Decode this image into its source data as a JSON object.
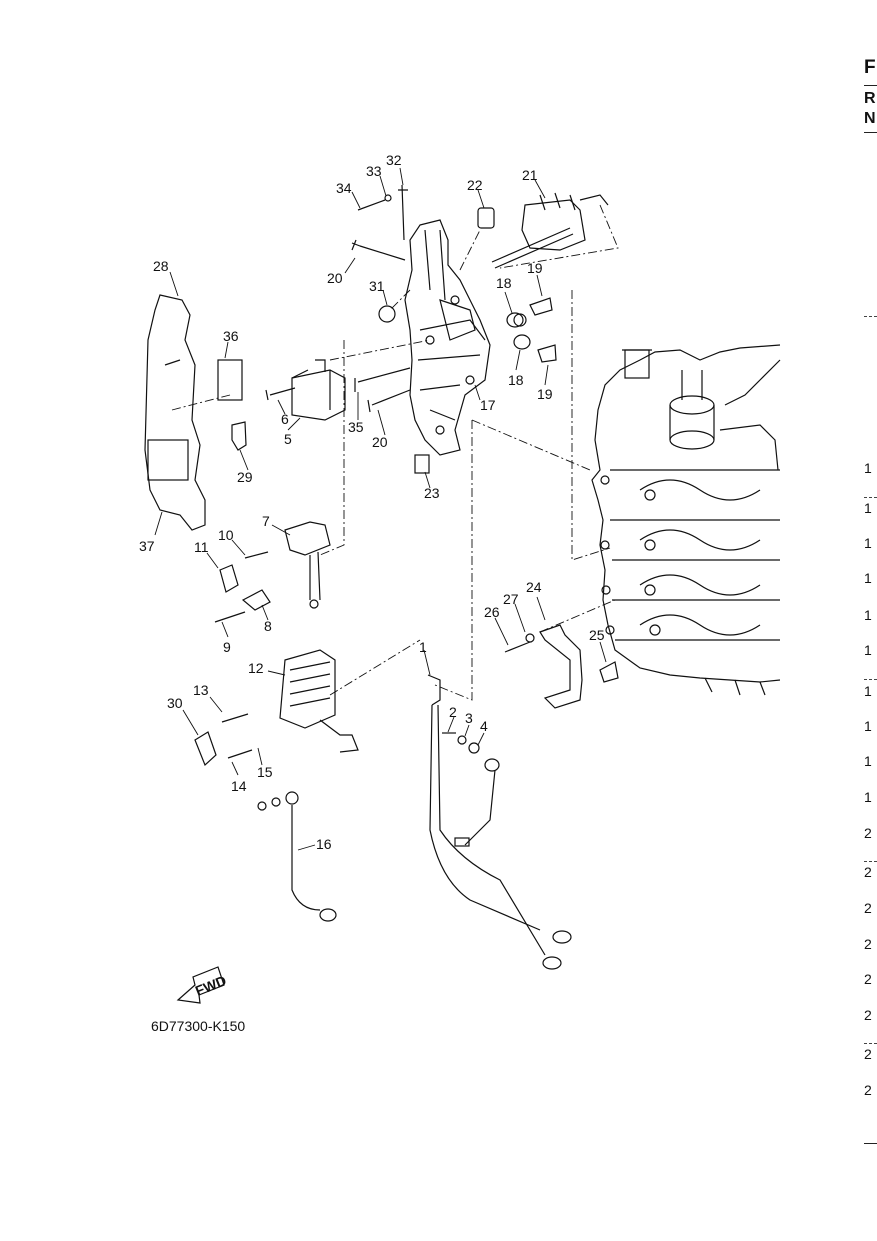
{
  "diagram": {
    "callouts": [
      {
        "id": "1",
        "text": "1"
      },
      {
        "id": "2",
        "text": "2"
      },
      {
        "id": "3",
        "text": "3"
      },
      {
        "id": "4",
        "text": "4"
      },
      {
        "id": "5",
        "text": "5"
      },
      {
        "id": "6",
        "text": "6"
      },
      {
        "id": "7",
        "text": "7"
      },
      {
        "id": "8",
        "text": "8"
      },
      {
        "id": "9",
        "text": "9"
      },
      {
        "id": "10",
        "text": "10"
      },
      {
        "id": "11",
        "text": "11"
      },
      {
        "id": "12",
        "text": "12"
      },
      {
        "id": "13",
        "text": "13"
      },
      {
        "id": "14",
        "text": "14"
      },
      {
        "id": "15",
        "text": "15"
      },
      {
        "id": "16",
        "text": "16"
      },
      {
        "id": "17",
        "text": "17"
      },
      {
        "id": "18a",
        "text": "18"
      },
      {
        "id": "18b",
        "text": "18"
      },
      {
        "id": "19a",
        "text": "19"
      },
      {
        "id": "19b",
        "text": "19"
      },
      {
        "id": "20a",
        "text": "20"
      },
      {
        "id": "20b",
        "text": "20"
      },
      {
        "id": "21",
        "text": "21"
      },
      {
        "id": "22",
        "text": "22"
      },
      {
        "id": "23",
        "text": "23"
      },
      {
        "id": "24",
        "text": "24"
      },
      {
        "id": "25",
        "text": "25"
      },
      {
        "id": "26",
        "text": "26"
      },
      {
        "id": "27",
        "text": "27"
      },
      {
        "id": "28",
        "text": "28"
      },
      {
        "id": "29",
        "text": "29"
      },
      {
        "id": "30",
        "text": "30"
      },
      {
        "id": "31",
        "text": "31"
      },
      {
        "id": "32",
        "text": "32"
      },
      {
        "id": "33",
        "text": "33"
      },
      {
        "id": "34",
        "text": "34"
      },
      {
        "id": "35",
        "text": "35"
      },
      {
        "id": "36",
        "text": "36"
      },
      {
        "id": "37",
        "text": "37"
      }
    ],
    "fwd_label": "FWD",
    "part_code": "6D77300-K150"
  },
  "page_edge": {
    "header_letter": "F",
    "header_r": "R",
    "header_n": "N",
    "index_marks": [
      "1",
      "1",
      "1",
      "1",
      "1",
      "1",
      "1",
      "1",
      "1",
      "1",
      "2",
      "2",
      "2",
      "2",
      "2",
      "2",
      "2",
      "2"
    ]
  },
  "colors": {
    "ink": "#111111",
    "background": "#ffffff"
  }
}
